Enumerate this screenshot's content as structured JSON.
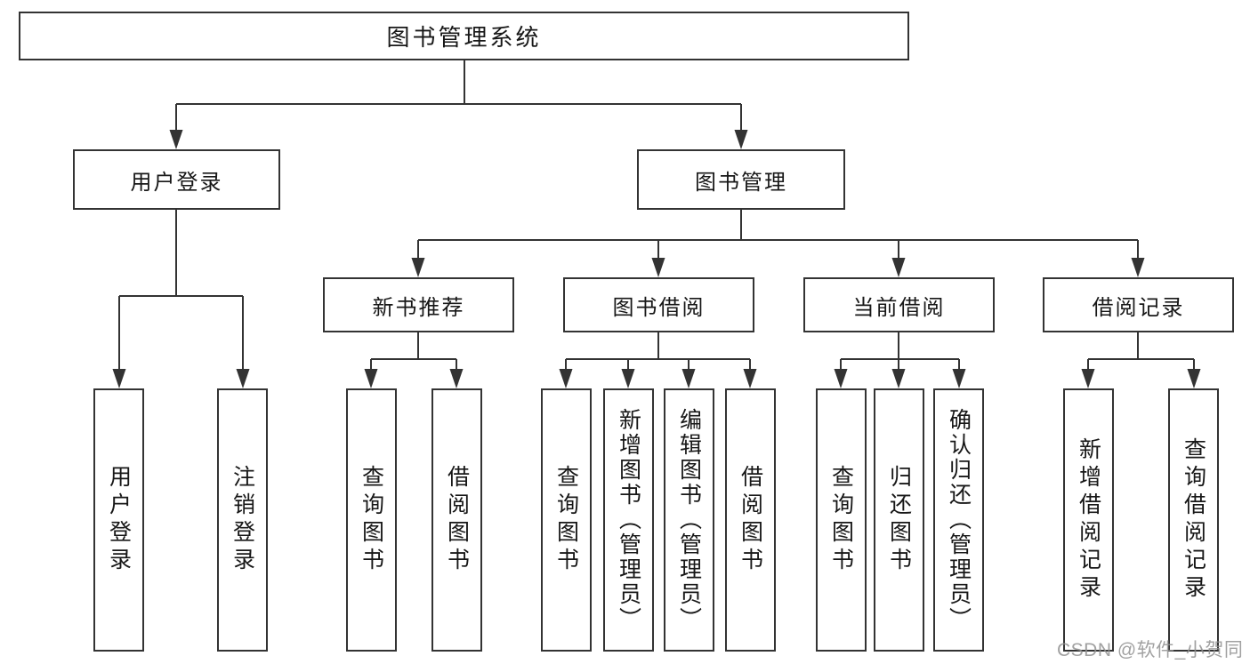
{
  "diagram": {
    "tree": {
      "root": {
        "label": "图书管理系统",
        "children": [
          {
            "label": "用户登录",
            "children": [
              {
                "label": "用户登录"
              },
              {
                "label": "注销登录"
              }
            ]
          },
          {
            "label": "图书管理",
            "children": [
              {
                "label": "新书推荐",
                "children": [
                  {
                    "label": "查询图书"
                  },
                  {
                    "label": "借阅图书"
                  }
                ]
              },
              {
                "label": "图书借阅",
                "children": [
                  {
                    "label": "查询图书"
                  },
                  {
                    "label": "新增图书（管理员）"
                  },
                  {
                    "label": "编辑图书（管理员）"
                  },
                  {
                    "label": "借阅图书"
                  }
                ]
              },
              {
                "label": "当前借阅",
                "children": [
                  {
                    "label": "查询图书"
                  },
                  {
                    "label": "归还图书"
                  },
                  {
                    "label": "确认归还（管理员）"
                  }
                ]
              },
              {
                "label": "借阅记录",
                "children": [
                  {
                    "label": "新增借阅记录"
                  },
                  {
                    "label": "查询借阅记录"
                  }
                ]
              }
            ]
          }
        ]
      }
    },
    "watermark": {
      "text": "CSDN @软件_小贺同学"
    },
    "colors": {
      "line": "#333333",
      "text": "#171717",
      "background": "#ffffff",
      "watermark": "#919191"
    }
  }
}
